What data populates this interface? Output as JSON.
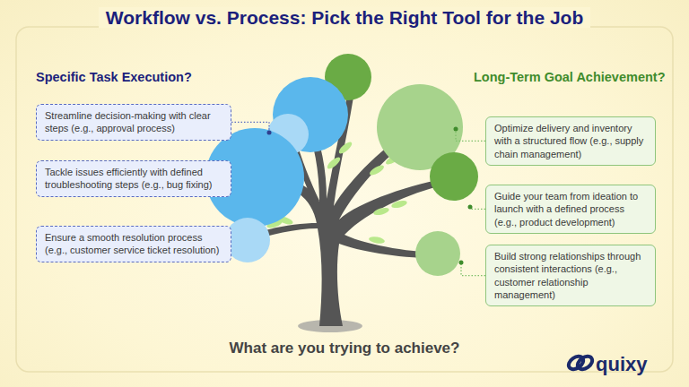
{
  "diagram": {
    "title": "Workflow vs. Process: Pick the Right Tool for the Job",
    "caption": "What are you trying to achieve?",
    "nodes": [
      {
        "text": [
          "Streamline decision-making with clear steps (e.g., approval process)"
        ]
      },
      {
        "text": [
          "Tackle issues efficiently with defined troubleshooting steps (e.g., bug fixing)"
        ]
      },
      {
        "text": [
          "Ensure a smooth resolution process (e.g., customer service ticket resolution)"
        ]
      },
      {
        "text": [
          "Optimize delivery and inventory with a structured flow (e.g., supply chain management)"
        ]
      },
      {
        "text": [
          "Guide your team from ideation to launch with a defined process (e.g., product development)"
        ]
      },
      {
        "text": [
          "Build strong relationships through consistent interactions (e.g., customer relationship management)"
        ]
      }
    ],
    "labels": [
      "Specific Task Execution?",
      "Long-Term Goal Achievement?",
      "quixy"
    ]
  }
}
